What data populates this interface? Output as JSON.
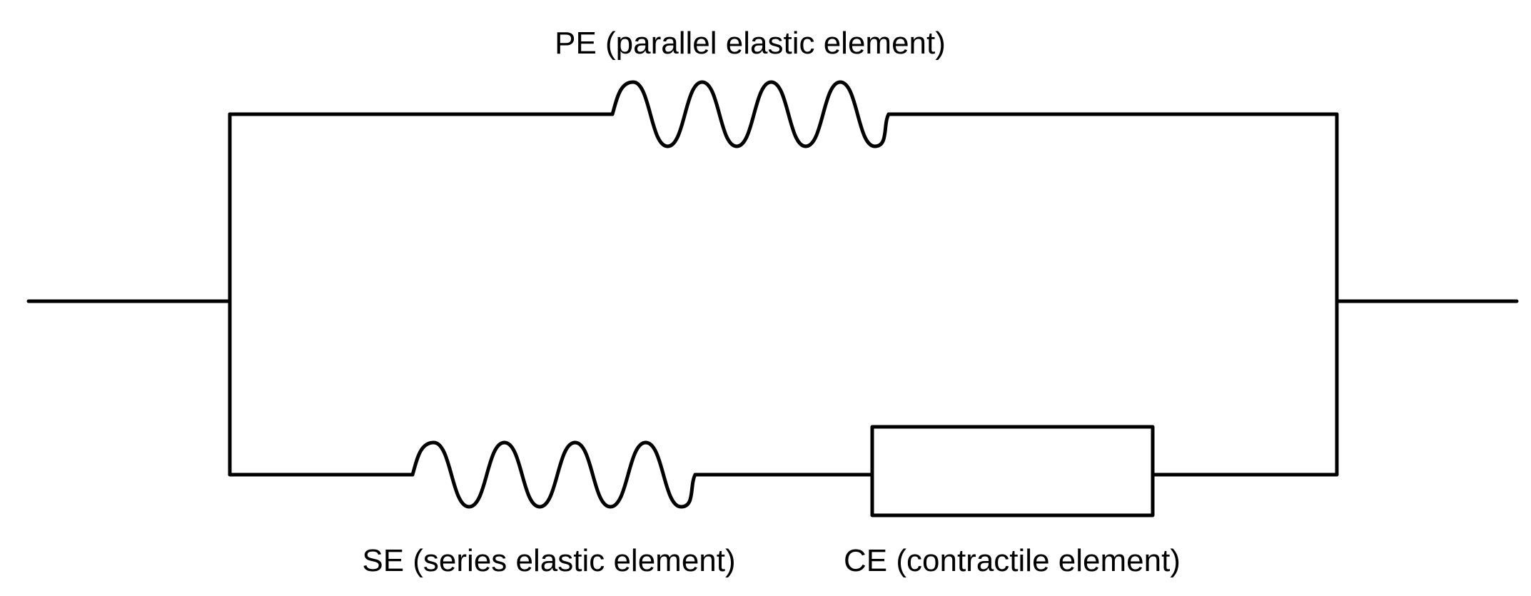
{
  "labels": {
    "pe": "PE (parallel elastic element)",
    "se": "SE (series elastic element)",
    "ce": "CE (contractile element)"
  },
  "colors": {
    "line": "#000000",
    "background": "#ffffff"
  }
}
